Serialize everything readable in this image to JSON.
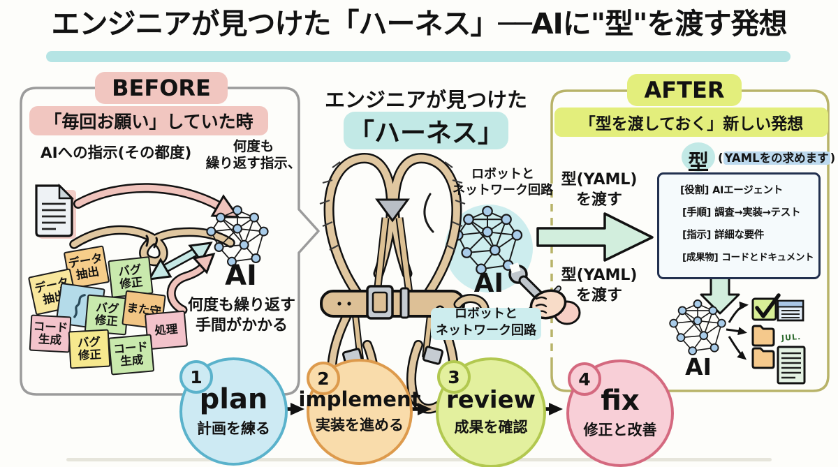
{
  "title": "エンジニアが見つけた「ハーネス」──AIに\"型\"を渡す発想",
  "before": {
    "badge": "BEFORE",
    "subtitle": "「毎回お願い」していた時",
    "instruction_label": "AIへの指示(その都度)",
    "repeat_note": "何度も\n繰り返す指示、",
    "ai_label": "AI",
    "effort_note": "何度も繰り返す\n手間がかかる",
    "sticky_notes": [
      {
        "text": "データ\n抽出",
        "color": "#f6cd8a"
      },
      {
        "text": "データ\n抽出",
        "color": "#f8e79d"
      },
      {
        "text": "バグ\n修正",
        "color": "#c9e9ad"
      },
      {
        "text": "",
        "color": "#b4dbe9"
      },
      {
        "text": "バグ\n修正",
        "color": "#c9e9ad"
      },
      {
        "text": "また守",
        "color": "#f2c584"
      },
      {
        "text": "処理",
        "color": "#f3c3cb"
      },
      {
        "text": "コード\n生成",
        "color": "#f3c3cb"
      },
      {
        "text": "バグ\n修正",
        "color": "#f6e88e"
      },
      {
        "text": "コード\n生成",
        "color": "#c9e9ad"
      }
    ]
  },
  "center": {
    "heading": "エンジニアが見つけた",
    "highlight_title": "「ハーネス」",
    "robot_label_top": "ロボットと\nネットワーク回路",
    "ai_label": "AI",
    "robot_label_bottom": "ロボットと\nネットワーク回路"
  },
  "transfer": {
    "top_label": "型(YAML)\nを渡す",
    "bottom_label": "型(YAML)\nを渡す"
  },
  "after": {
    "badge": "AFTER",
    "subtitle": "「型を渡しておく」新しい発想",
    "kata_label": "型",
    "kata_note_open": "(",
    "kata_note_highlight": "YAMLをの求めます",
    "kata_note_close": ")",
    "yaml_box": {
      "lines": [
        {
          "tag": "[役割]",
          "value": "AIエージェント"
        },
        {
          "tag": "[手順]",
          "value": "調査→実装→テスト"
        },
        {
          "tag": "[指示]",
          "value": "詳細な要件"
        },
        {
          "tag": "[成果物]",
          "value": "コードとドキュメント"
        }
      ]
    },
    "ai_label": "AI",
    "doc_scribble": "JUL."
  },
  "process": {
    "steps": [
      {
        "num": "1",
        "en": "plan",
        "ja": "計画を練る"
      },
      {
        "num": "2",
        "en": "implement",
        "ja": "実装を進める"
      },
      {
        "num": "3",
        "en": "review",
        "ja": "成果を確認"
      },
      {
        "num": "4",
        "en": "fix",
        "ja": "修正と改善"
      }
    ]
  },
  "colors": {
    "title_underline": "#b5e4e4",
    "before_accent": "#f1c6c0",
    "after_accent": "#e3ee7c",
    "harness_accent": "#c2e9e6",
    "cyan_circle": "#cdedee",
    "green_arrow": "#d2eedd",
    "rope_tan": "#e0c7a0",
    "yaml_box_border": "#22304f",
    "step1_fill": "#cdeaf3",
    "step2_fill": "#f9dcab",
    "step3_fill": "#e3f09e",
    "step4_fill": "#f8cfd7"
  }
}
